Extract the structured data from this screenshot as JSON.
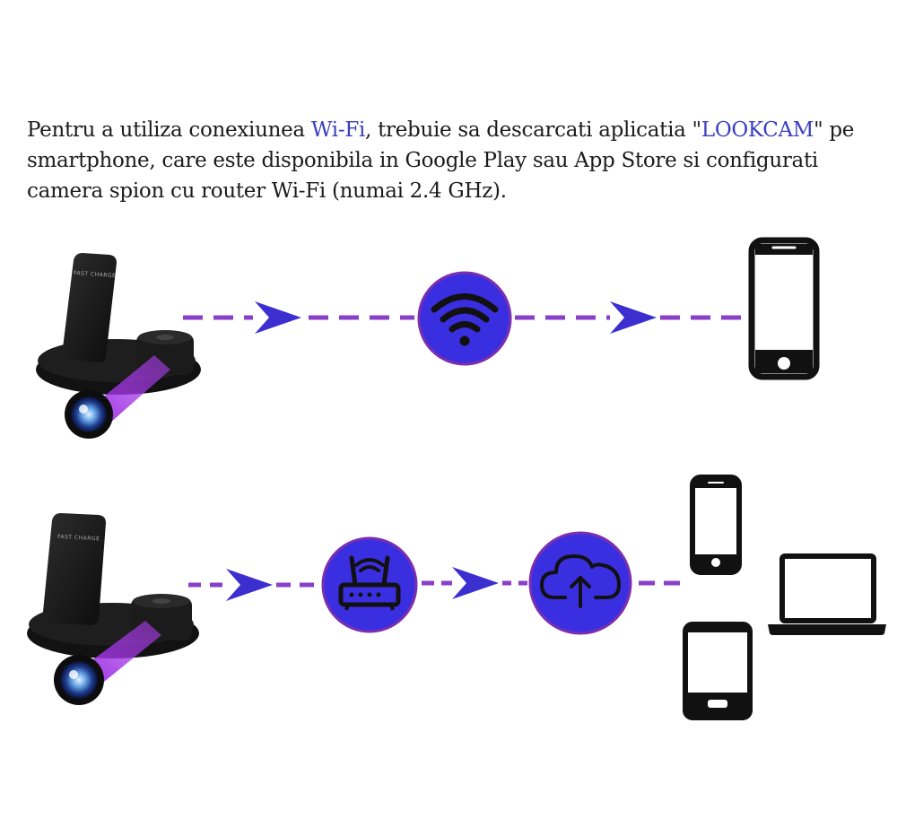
{
  "intro": {
    "part1": "Pentru a utiliza conexiunea ",
    "wifi_highlight": "Wi-Fi",
    "part2": ", trebuie sa descarcati aplicatia \"",
    "app_highlight": "LOOKCAM",
    "part3": "\" pe smartphone, care este disponibila in Google Play sau App Store si configurati camera spion cu router Wi-Fi (numai 2.4 GHz)."
  },
  "product": {
    "stand_label": "FAST CHARGE"
  },
  "colors": {
    "text": "#1c1c1c",
    "highlight": "#3a3fc0",
    "dash_purple": "#8a3fc8",
    "arrow_blue": "#3b2fd0",
    "circle_fill": "#3a2fe0",
    "circle_stroke": "#7a2fb0",
    "device_black": "#111111"
  },
  "flows": [
    {
      "name": "direct-wifi",
      "nodes": [
        "camera-charger",
        "wifi-icon",
        "smartphone-icon"
      ]
    },
    {
      "name": "router-cloud",
      "nodes": [
        "camera-charger",
        "router-icon",
        "cloud-upload-icon",
        "smartphone-icon",
        "tablet-icon",
        "laptop-icon"
      ]
    }
  ]
}
